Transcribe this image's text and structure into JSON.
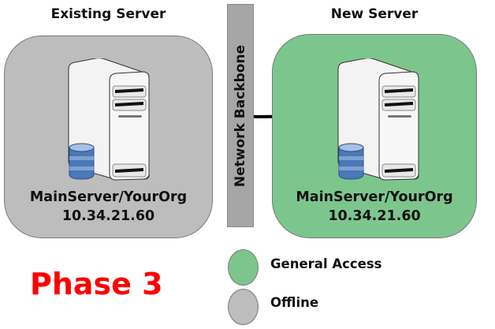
{
  "existing": {
    "heading": "Existing Server",
    "name": "MainServer/YourOrg",
    "ip": "10.34.21.60",
    "status": "Offline",
    "color": "#bdbdbd"
  },
  "new": {
    "heading": "New Server",
    "name": "MainServer/YourOrg",
    "ip": "10.34.21.60",
    "status": "General Access",
    "color": "#7cc68e"
  },
  "backbone": {
    "label": "Network Backbone",
    "color": "#a6a6a6"
  },
  "phase": {
    "label": "Phase 3",
    "color": "#ff0000"
  },
  "legend": [
    {
      "label": "General Access",
      "color": "#7cc68e"
    },
    {
      "label": "Offline",
      "color": "#bdbdbd"
    }
  ]
}
